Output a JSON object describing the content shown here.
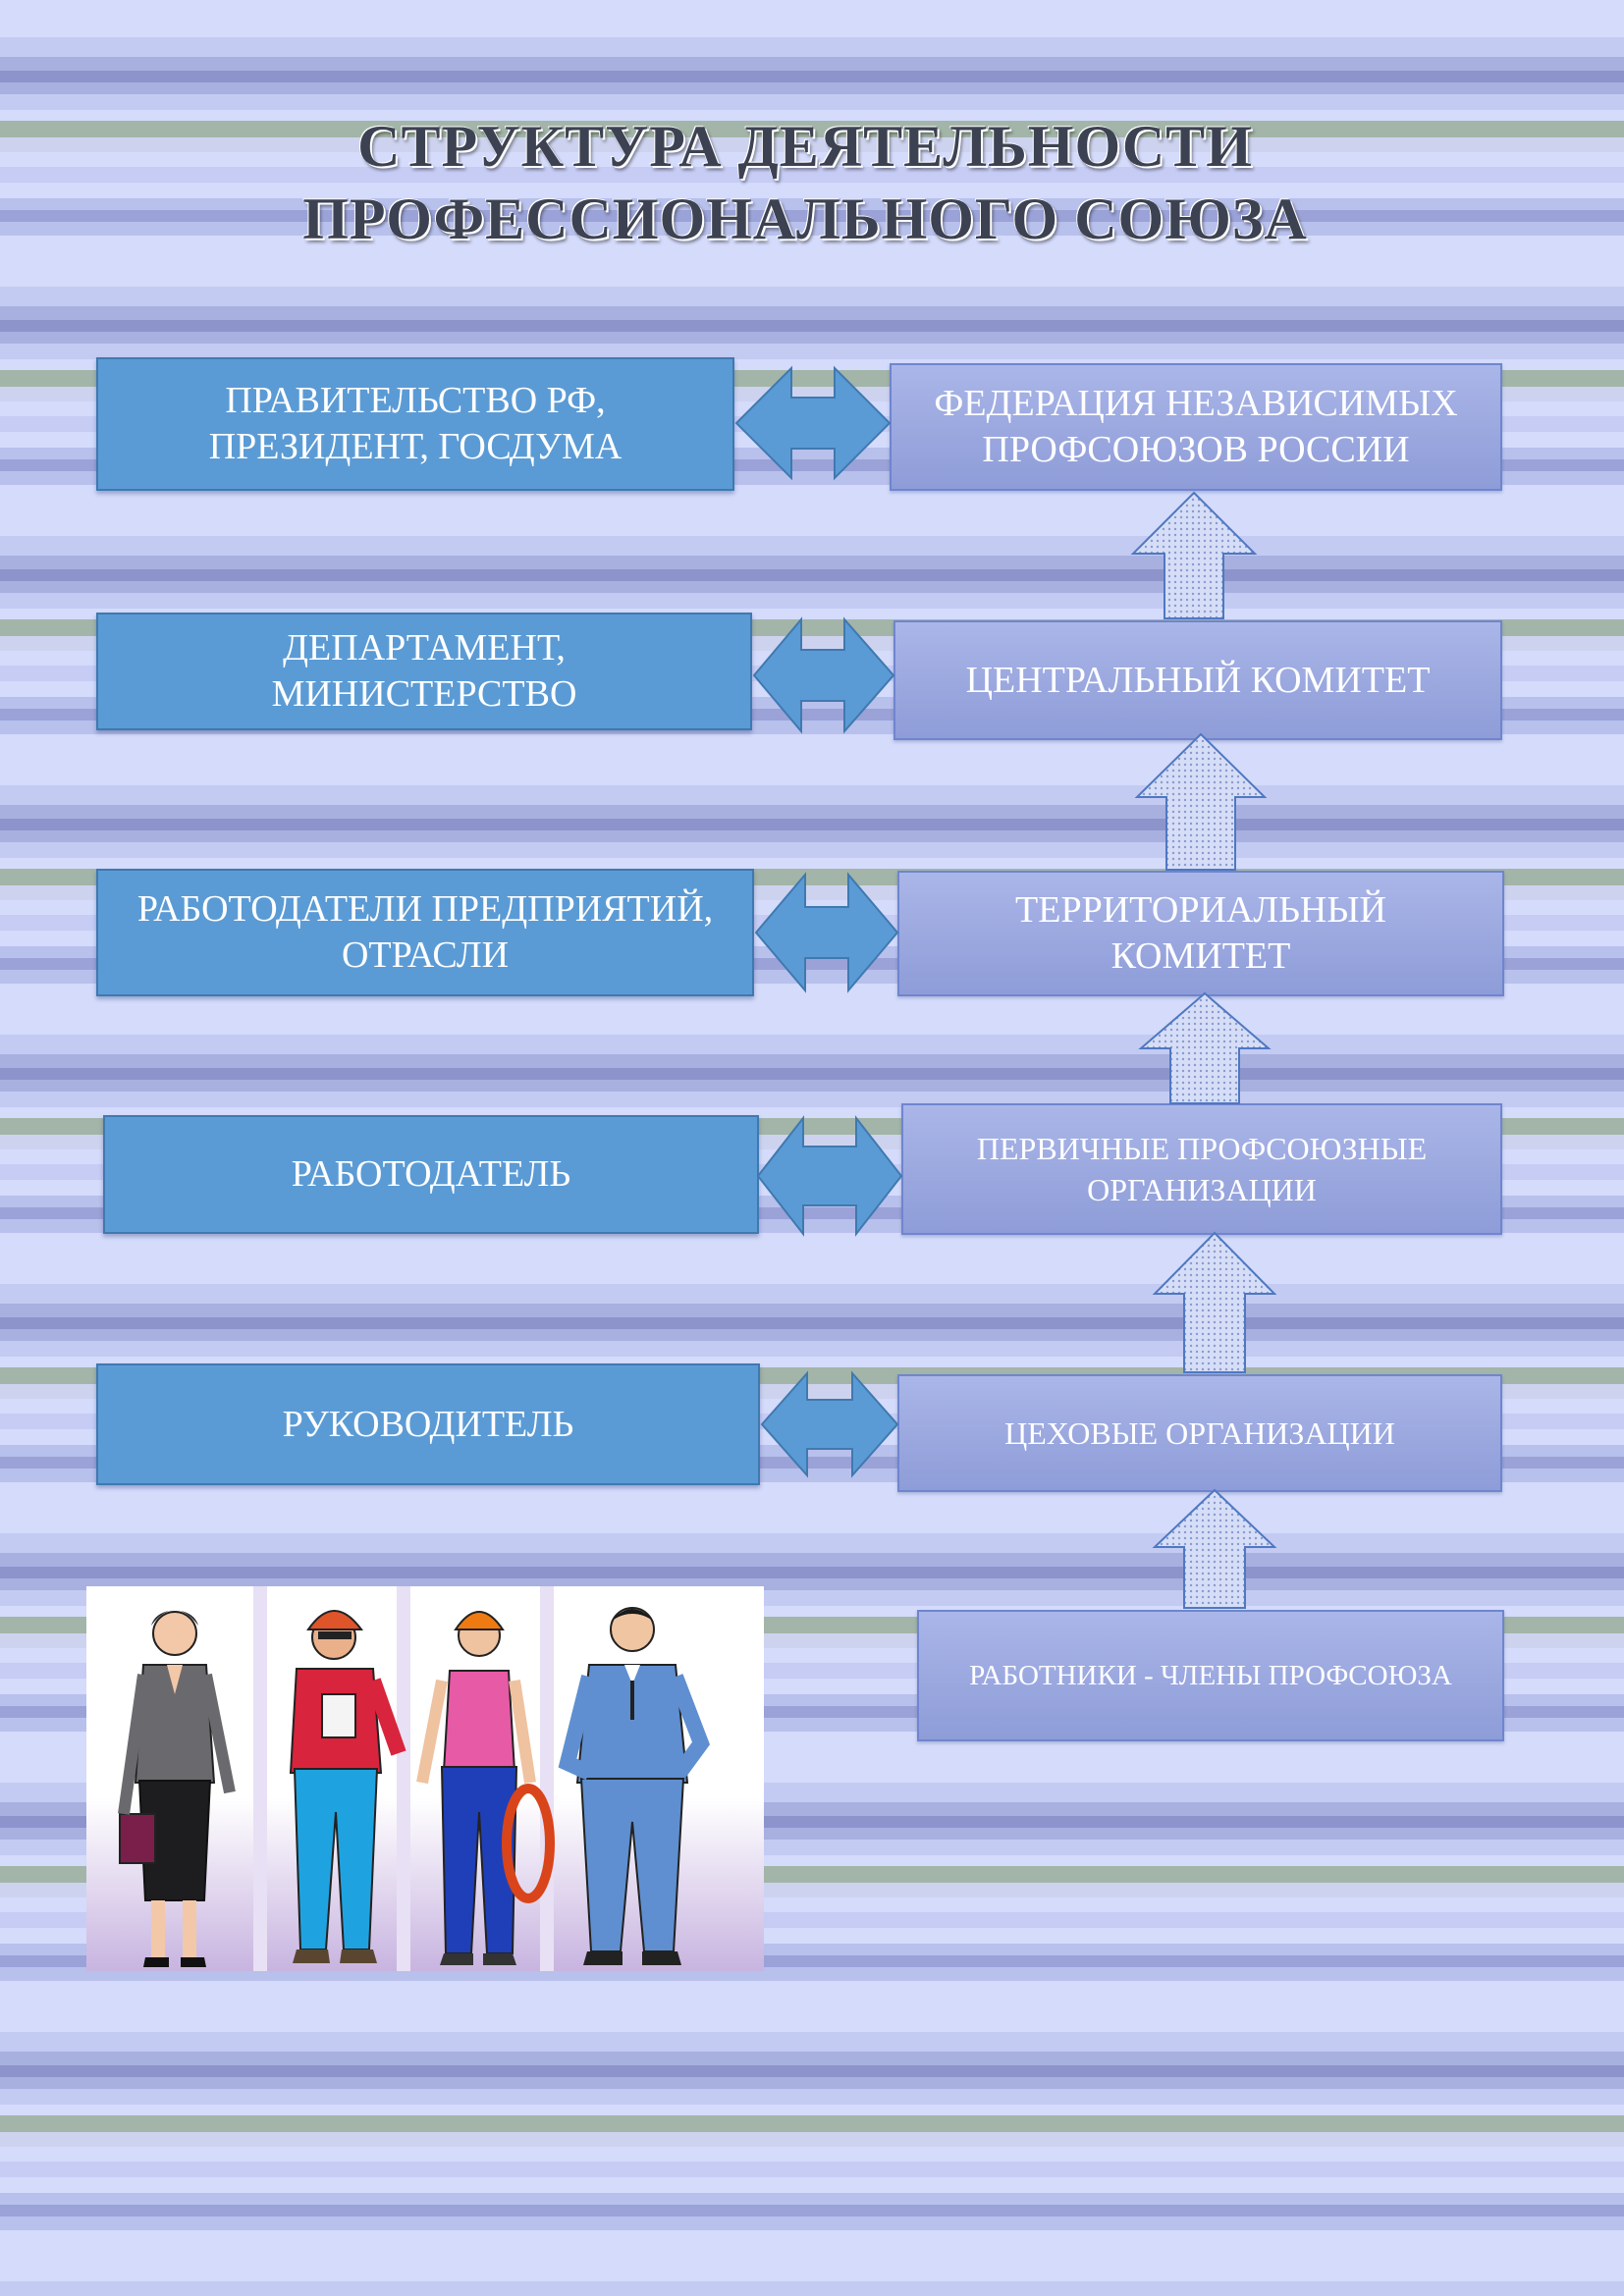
{
  "title": {
    "line1": "СТРУКТУРА ДЕЯТЕЛЬНОСТИ",
    "line2": "ПРОФЕССИОНАЛЬНОГО СОЮЗА"
  },
  "left_boxes": [
    {
      "line1": "ПРАВИТЕЛЬСТВО РФ,",
      "line2": "ПРЕЗИДЕНТ, ГОСДУМА"
    },
    {
      "line1": "ДЕПАРТАМЕНТ,",
      "line2": "МИНИСТЕРСТВО"
    },
    {
      "line1": "РАБОТОДАТЕЛИ ПРЕДПРИЯТИЙ,",
      "line2": "ОТРАСЛИ"
    },
    {
      "line1": "РАБОТОДАТЕЛЬ"
    },
    {
      "line1": "РУКОВОДИТЕЛЬ"
    }
  ],
  "right_boxes": [
    {
      "line1": "ФЕДЕРАЦИЯ НЕЗАВИСИМЫХ",
      "line2": "ПРОФСОЮЗОВ РОССИИ"
    },
    {
      "line1": "ЦЕНТРАЛЬНЫЙ КОМИТЕТ"
    },
    {
      "line1": "ТЕРРИТОРИАЛЬНЫЙ",
      "line2": "КОМИТЕТ"
    },
    {
      "line1": "ПЕРВИЧНЫЕ ПРОФСОЮЗНЫЕ",
      "line2": "ОРГАНИЗАЦИИ"
    },
    {
      "line1": "ЦЕХОВЫЕ ОРГАНИЗАЦИИ"
    },
    {
      "line1": "РАБОТНИКИ - ЧЛЕНЫ ПРОФСОЮЗА"
    }
  ],
  "colors": {
    "left_box_fill": "#5b9bd5",
    "right_box_fill": "#9aa7e0",
    "arrow_fill": "#5b9bd5",
    "up_arrow_fill": "#c9d3f3",
    "title_text": "#3d4252"
  },
  "image": {
    "icon": "workers-illustration"
  }
}
